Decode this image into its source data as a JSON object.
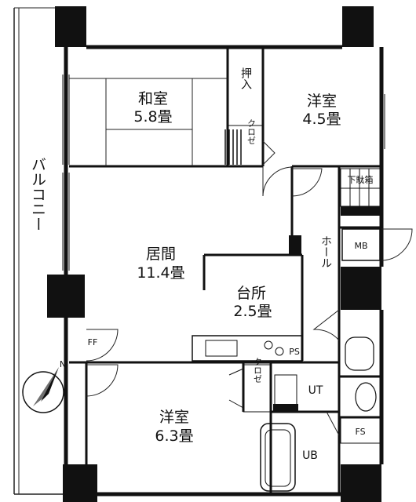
{
  "rooms": {
    "washitsu": {
      "name": "和室",
      "size": "5.8畳"
    },
    "yoshitsu_a": {
      "name": "洋室",
      "size": "4.5畳"
    },
    "ima": {
      "name": "居間",
      "size": "11.4畳"
    },
    "daidokoro": {
      "name": "台所",
      "size": "2.5畳"
    },
    "yoshitsu_b": {
      "name": "洋室",
      "size": "6.3畳"
    }
  },
  "labels": {
    "oshiire": "押入",
    "closet_top": "クロゼ",
    "closet_bottom": "クロゼ",
    "balcony": "バルコニー",
    "hall": "ホール",
    "mb": "MB",
    "ut": "UT",
    "ub": "UB",
    "fs": "FS",
    "ps": "PS",
    "compass": "N",
    "shoe": "下駄箱",
    "ff": "FF"
  },
  "colors": {
    "wall": "#111111",
    "line": "#222222",
    "background": "#ffffff"
  }
}
